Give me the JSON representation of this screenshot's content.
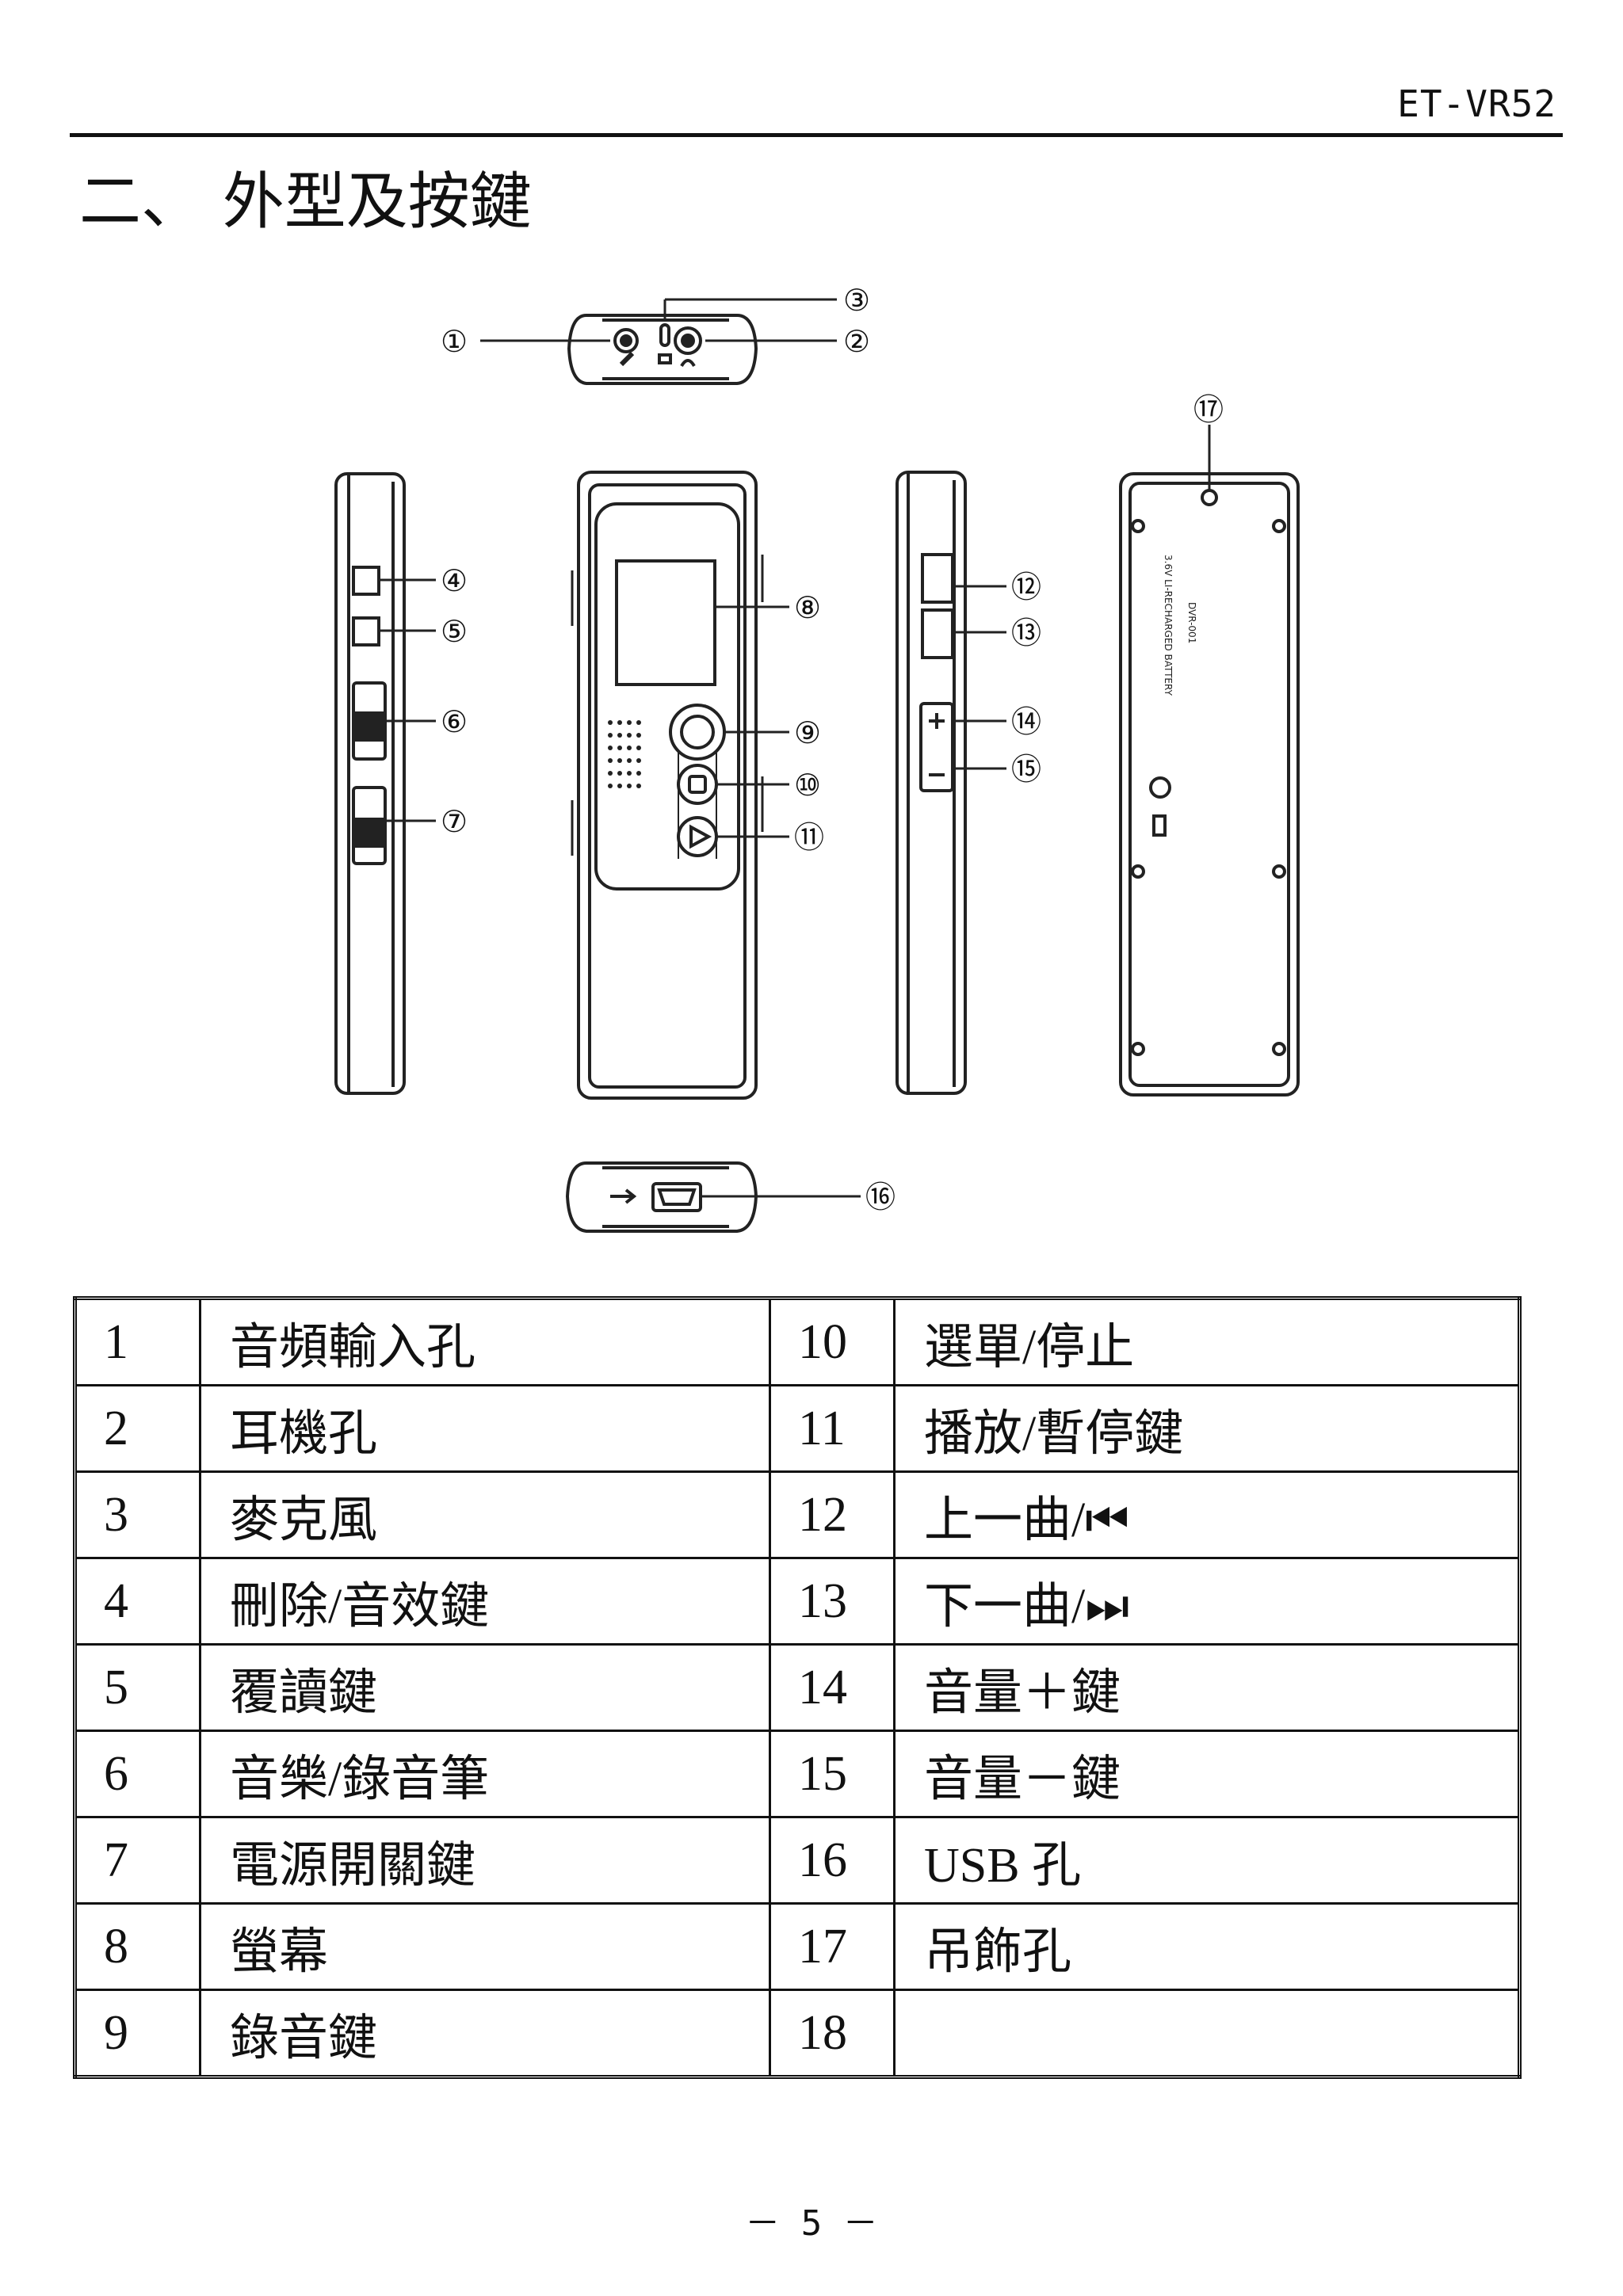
{
  "header": {
    "model": "ET-VR52"
  },
  "section": {
    "title": "二、 外型及按鍵"
  },
  "figure": {
    "callouts": [
      "①",
      "②",
      "③",
      "④",
      "⑤",
      "⑥",
      "⑦",
      "⑧",
      "⑨",
      "⑩",
      "⑪",
      "⑫",
      "⑬",
      "⑭",
      "⑮",
      "⑯",
      "⑰"
    ],
    "back_label_text": [
      "3.6V LI-RECHARGED BATTERY",
      "DVR-001"
    ]
  },
  "table": {
    "rows": [
      {
        "left_num": "1",
        "left_label": "音頻輸入孔",
        "right_num": "10",
        "right_label": "選單/停止"
      },
      {
        "left_num": "2",
        "left_label": "耳機孔",
        "right_num": "11",
        "right_label": "播放/暫停鍵"
      },
      {
        "left_num": "3",
        "left_label": "麥克風",
        "right_num": "12",
        "right_label": "上一曲/⏮"
      },
      {
        "left_num": "4",
        "left_label": "刪除/音效鍵",
        "right_num": "13",
        "right_label": "下一曲/⏭"
      },
      {
        "left_num": "5",
        "left_label": "覆讀鍵",
        "right_num": "14",
        "right_label": "音量＋鍵"
      },
      {
        "left_num": "6",
        "left_label": "音樂/錄音筆",
        "right_num": "15",
        "right_label": "音量－鍵"
      },
      {
        "left_num": "7",
        "left_label": "電源開關鍵",
        "right_num": "16",
        "right_label": "USB 孔"
      },
      {
        "left_num": "8",
        "left_label": "螢幕",
        "right_num": "17",
        "right_label": "吊飾孔"
      },
      {
        "left_num": "9",
        "left_label": "錄音鍵",
        "right_num": "18",
        "right_label": ""
      }
    ]
  },
  "footer": {
    "page_number": "－ 5 －"
  }
}
